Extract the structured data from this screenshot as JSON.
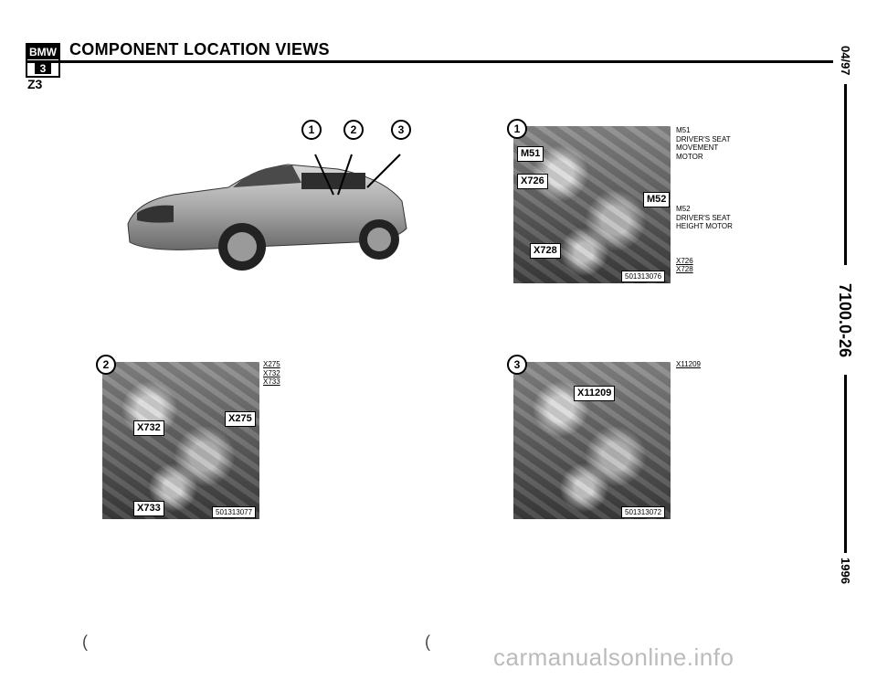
{
  "header": {
    "brand": "BMW",
    "series_number": "3",
    "title": "COMPONENT LOCATION VIEWS",
    "model": "Z3"
  },
  "side": {
    "date": "04/97",
    "doc_number": "7100.0-26",
    "year": "1996"
  },
  "car_view": {
    "callouts": [
      "1",
      "2",
      "3"
    ]
  },
  "view1": {
    "number": "1",
    "tags": [
      "M51",
      "X726",
      "M52",
      "X728"
    ],
    "part_number": "501313076",
    "legend": {
      "m51_code": "M51",
      "m51_desc_1": "DRIVER'S SEAT",
      "m51_desc_2": "MOVEMENT",
      "m51_desc_3": "MOTOR",
      "m52_code": "M52",
      "m52_desc_1": "DRIVER'S SEAT",
      "m52_desc_2": "HEIGHT MOTOR",
      "conn_1": "X726",
      "conn_2": "X728"
    }
  },
  "view2": {
    "number": "2",
    "tags": [
      "X732",
      "X275",
      "X733"
    ],
    "part_number": "501313077",
    "legend": [
      "X275",
      "X732",
      "X733"
    ]
  },
  "view3": {
    "number": "3",
    "tags": [
      "X11209"
    ],
    "part_number": "501313072",
    "legend": [
      "X11209"
    ]
  },
  "footer": {
    "watermark": "carmanualsonline.info"
  }
}
